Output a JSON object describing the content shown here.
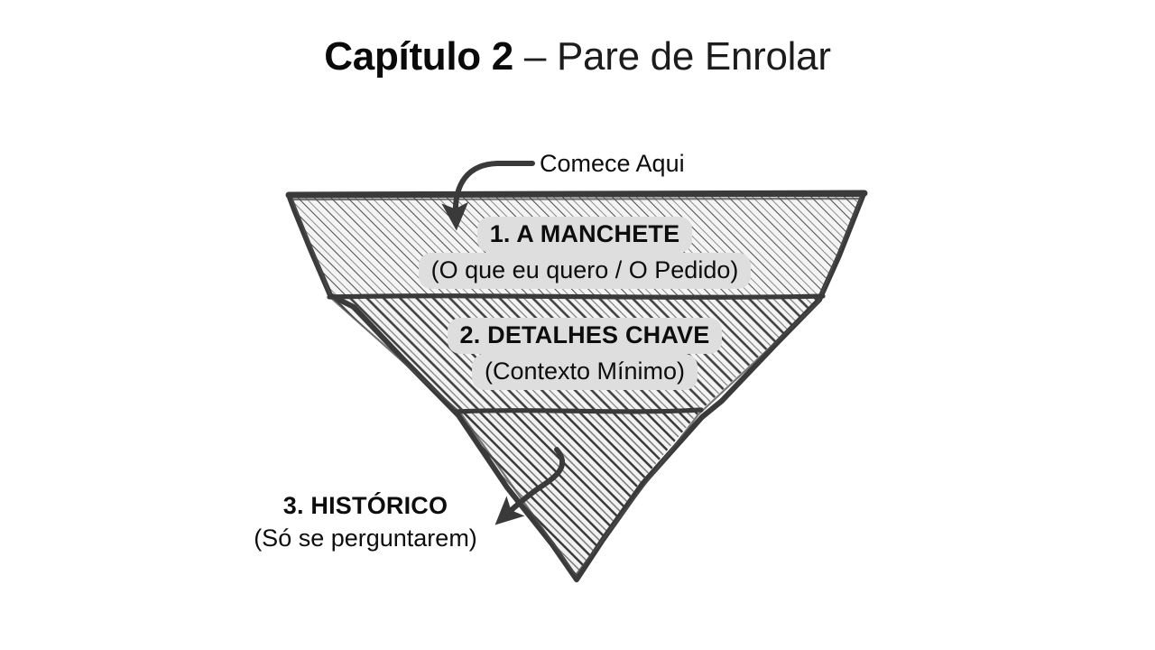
{
  "slide": {
    "background_color": "#ffffff",
    "title": {
      "bold_part": "Capítulo 2",
      "rest_part": " – Pare de Enrolar",
      "full": "Capítulo 2 – Pare de Enrolar"
    }
  },
  "annotations": {
    "start_label": "Comece Aqui"
  },
  "diagram": {
    "type": "inverted-pyramid-funnel",
    "fill_color": "#f2f2f2",
    "stroke_color": "#3a3a3a",
    "hatch_color": "#4a4a4a",
    "highlight_color": "#dedede",
    "segments": [
      {
        "index": "1",
        "title": "1. A MANCHETE",
        "subtitle": "(O que eu quero / O Pedido)"
      },
      {
        "index": "2",
        "title": "2. DETALHES CHAVE",
        "subtitle": "(Contexto Mínimo)"
      },
      {
        "index": "3",
        "title": "3. HISTÓRICO",
        "subtitle": "(Só se perguntarem)"
      }
    ]
  }
}
